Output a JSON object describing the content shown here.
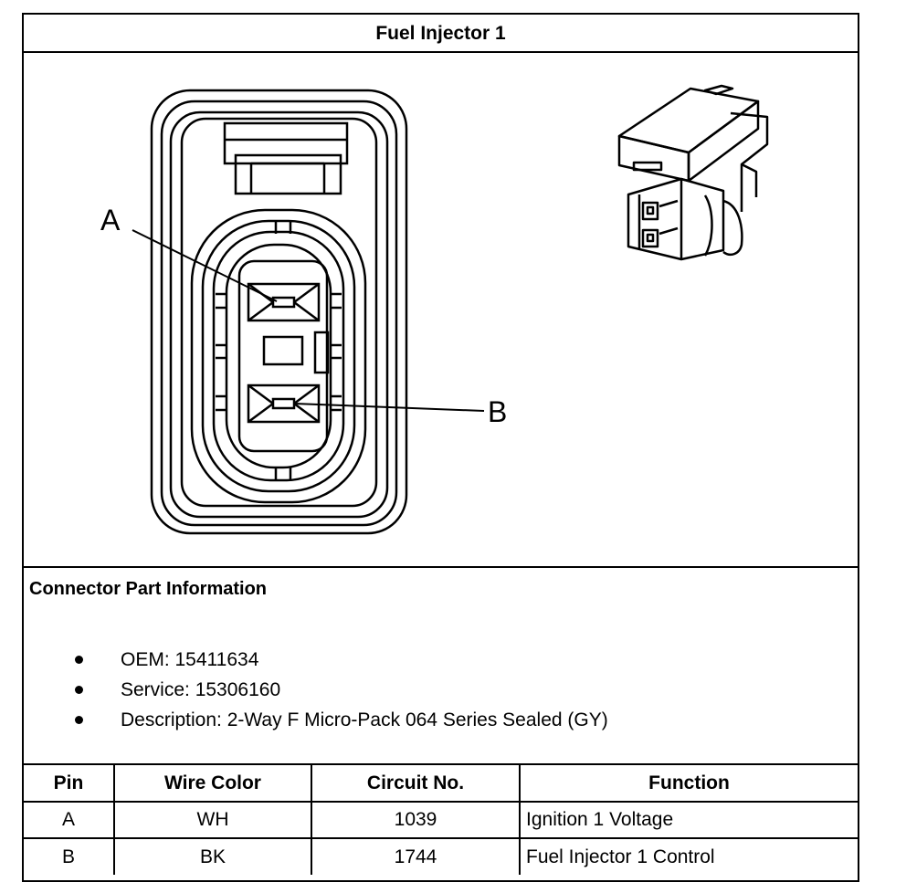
{
  "title": "Fuel Injector 1",
  "diagram": {
    "pin_labels": [
      "A",
      "B"
    ],
    "icons": [
      "connector-face-view",
      "connector-isometric-view"
    ]
  },
  "info": {
    "heading": "Connector Part Information",
    "items": [
      "OEM: 15411634",
      "Service: 15306160",
      "Description: 2-Way F Micro-Pack 064 Series Sealed (GY)"
    ]
  },
  "table": {
    "headers": [
      "Pin",
      "Wire Color",
      "Circuit No.",
      "Function"
    ],
    "rows": [
      [
        "A",
        "WH",
        "1039",
        "Ignition 1 Voltage"
      ],
      [
        "B",
        "BK",
        "1744",
        "Fuel Injector 1 Control"
      ]
    ]
  }
}
